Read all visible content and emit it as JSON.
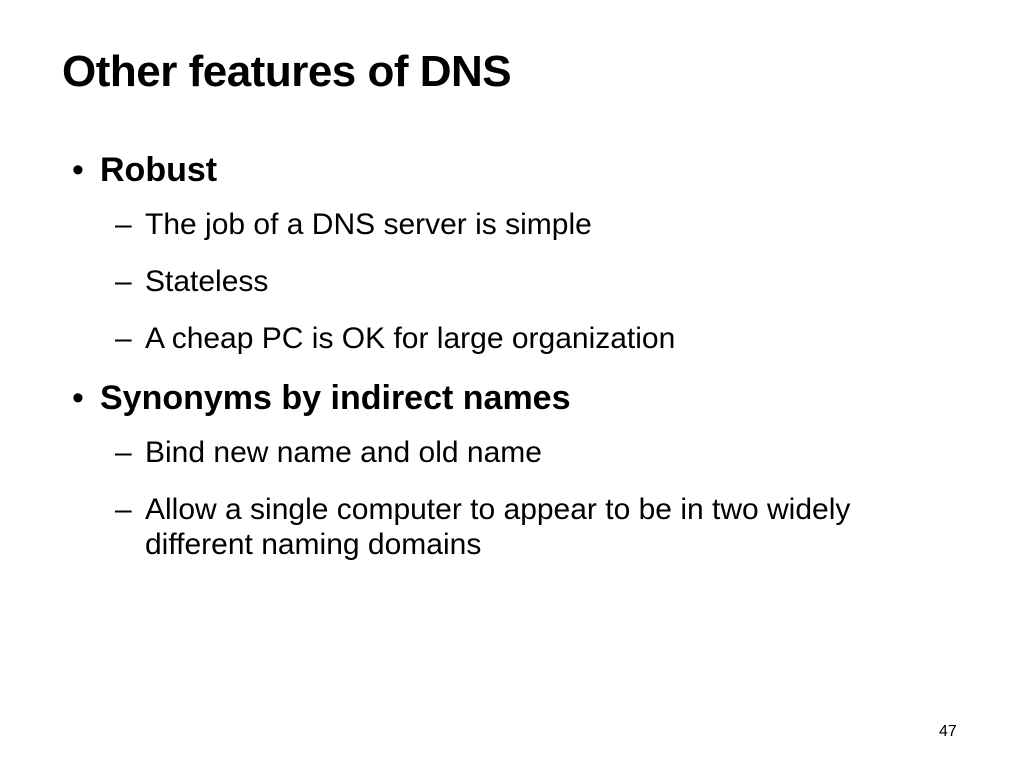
{
  "slide": {
    "title": "Other features of DNS",
    "bullets": [
      {
        "text": "Robust",
        "subitems": [
          "The job of a DNS server is simple",
          "Stateless",
          "A cheap PC is OK for large organization"
        ]
      },
      {
        "text": "Synonyms by indirect names",
        "subitems": [
          "Bind new name and old name",
          "Allow a single computer to appear to be in two widely different naming domains"
        ]
      }
    ],
    "bullet_glyph": "•",
    "dash_glyph": "–",
    "page_number": "47"
  }
}
